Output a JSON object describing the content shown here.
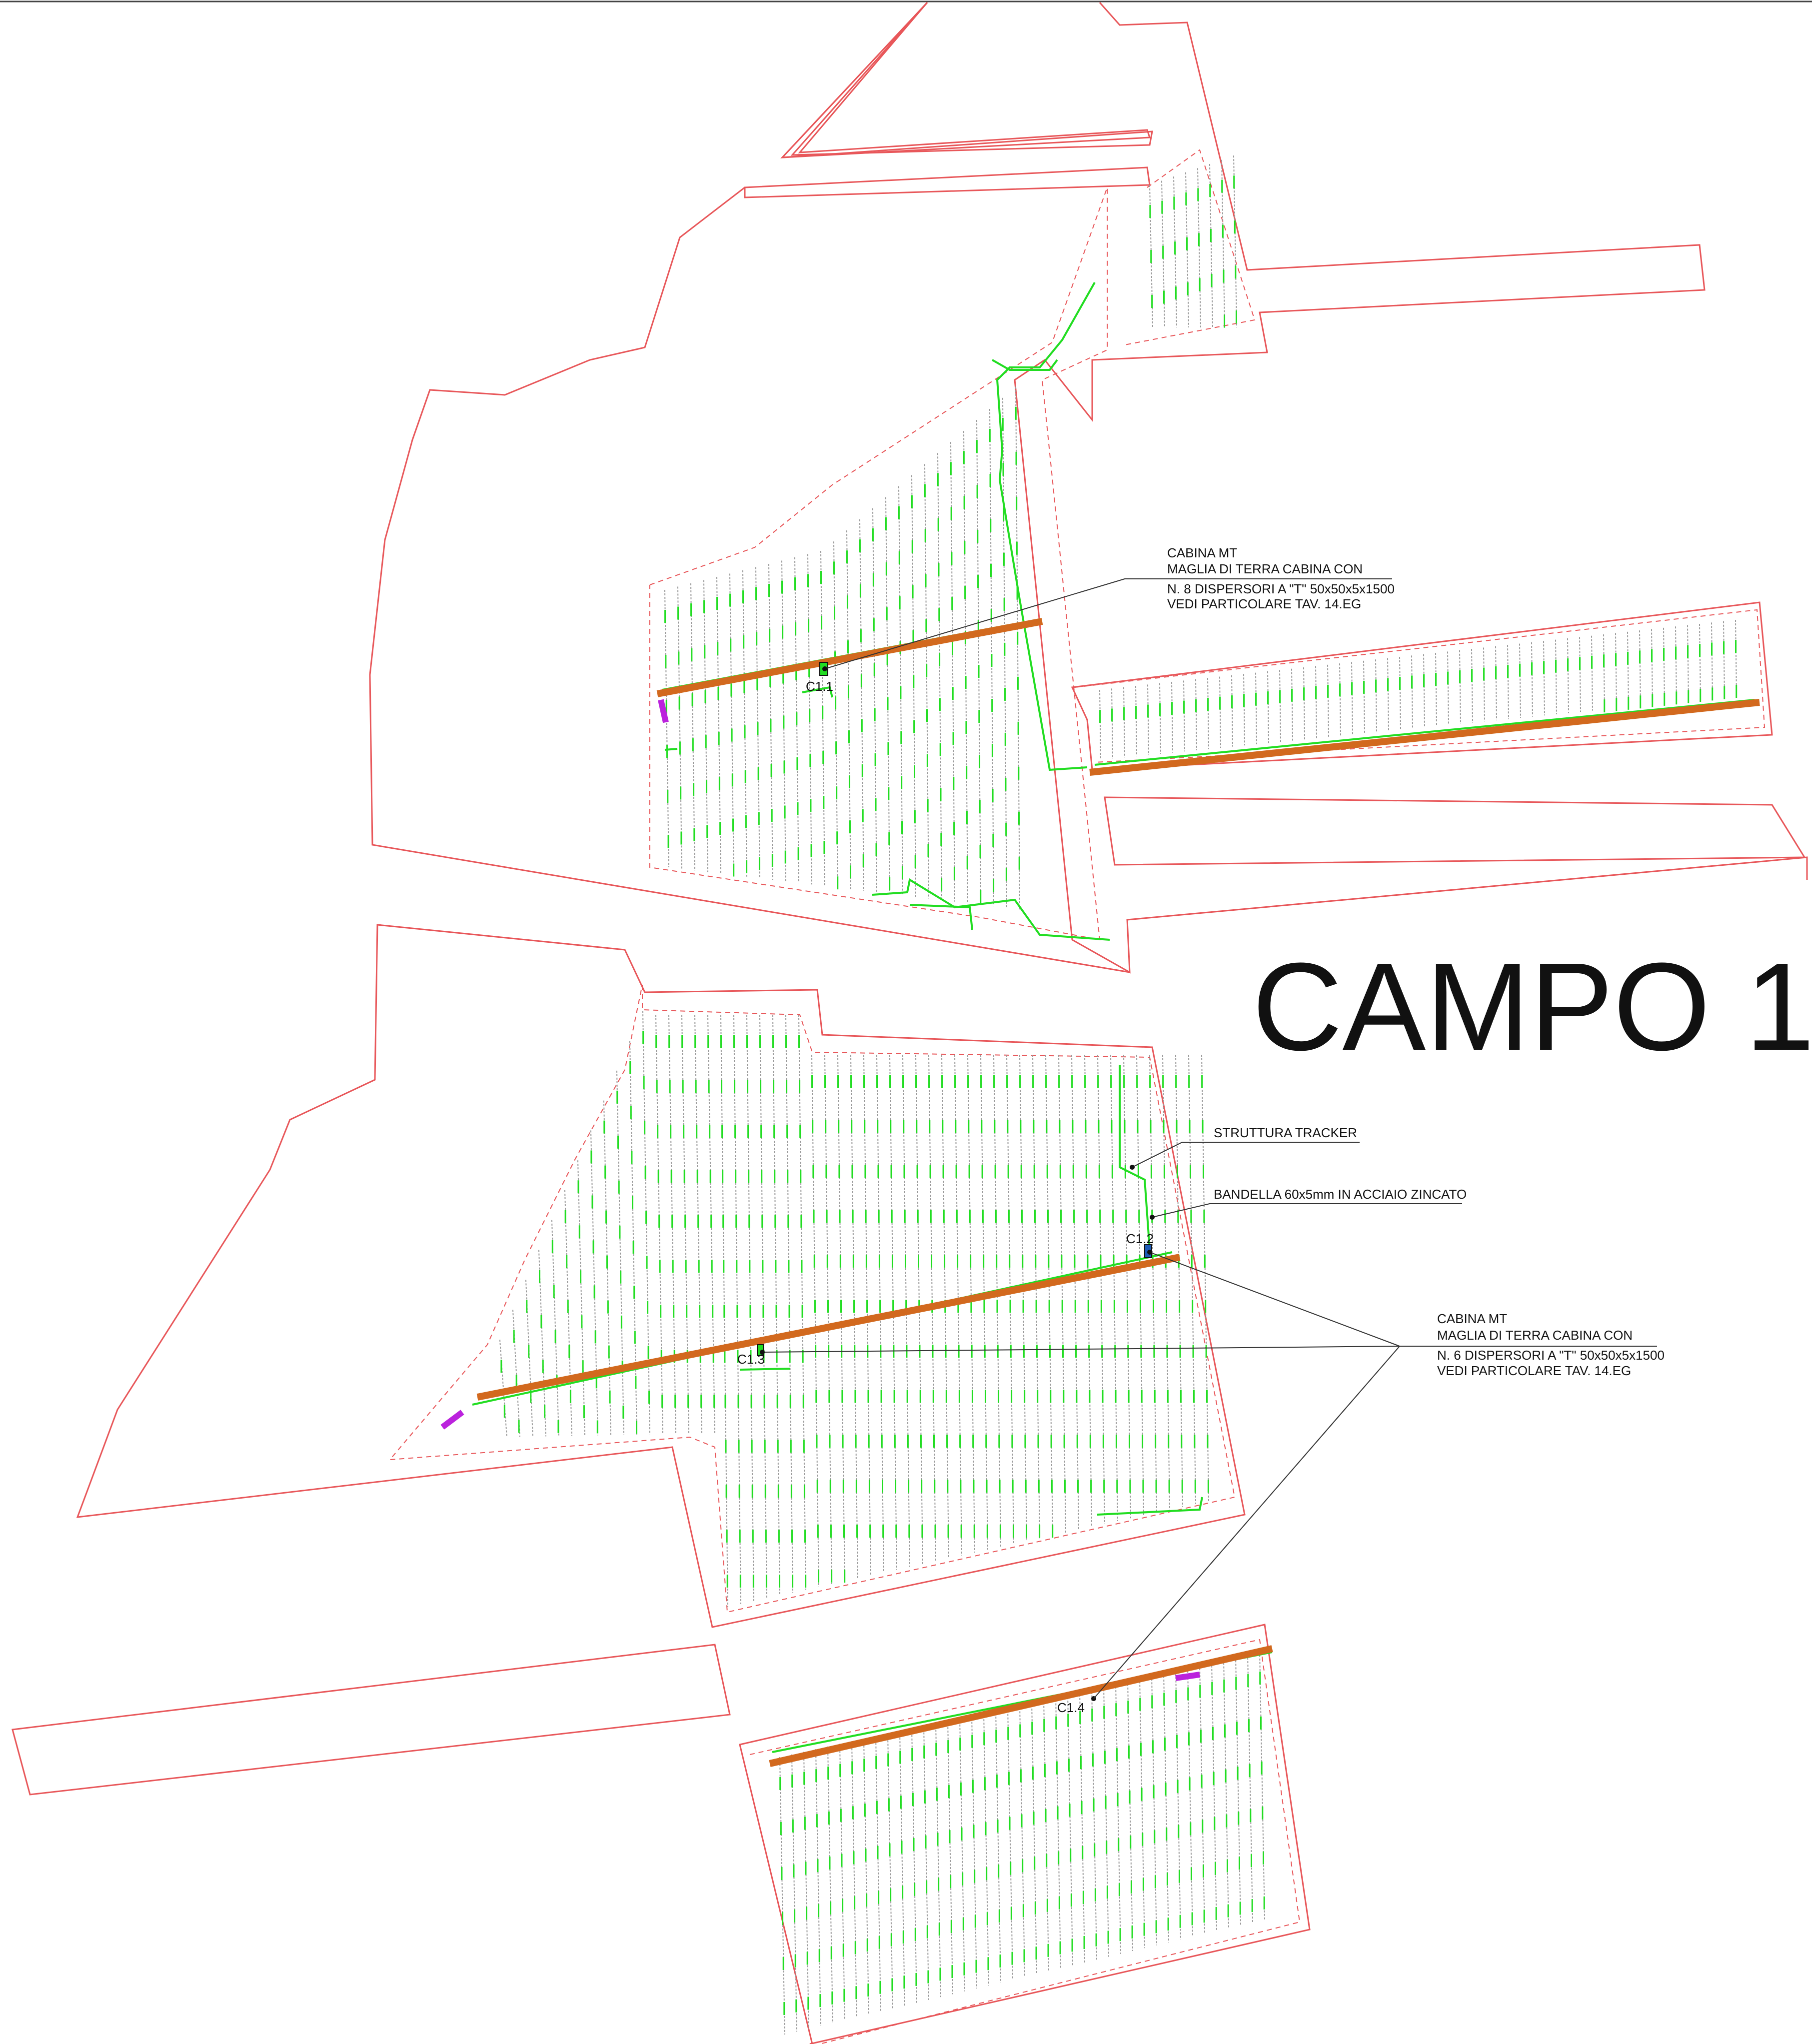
{
  "drawing": {
    "title": "CAMPO 1",
    "cabins": [
      "C1.1",
      "C1.2",
      "C1.3",
      "C1.4"
    ],
    "note_cabina_8": {
      "line1": "CABINA MT",
      "line2": "MAGLIA DI TERRA CABINA CON",
      "line3": "N. 8 DISPERSORI A \"T\" 50x50x5x1500",
      "line4": "VEDI PARTICOLARE TAV. 14.EG"
    },
    "note_tracker": "STRUTTURA TRACKER",
    "note_bandella": "BANDELLA 60x5mm IN ACCIAIO ZINCATO",
    "note_cabina_6": {
      "line1": "CABINA MT",
      "line2": "MAGLIA DI TERRA CABINA CON",
      "line3": "N. 6 DISPERSORI A \"T\" 50x50x5x1500",
      "line4": "VEDI PARTICOLARE TAV. 14.EG"
    }
  },
  "colors": {
    "boundary": "#e8575a",
    "earthing": "#22dd22",
    "cable_road": "#d2691e",
    "tracker": "#9a9a9a",
    "marker": "#bb22dd",
    "leader": "#333333",
    "cabin_box": "#1e5bb8"
  }
}
